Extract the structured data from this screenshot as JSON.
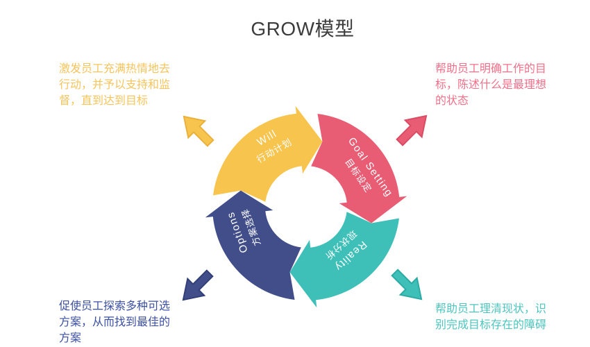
{
  "title": "GROW模型",
  "ring": {
    "cycle_direction": "clockwise",
    "segments": [
      {
        "name": "will",
        "en": "Will",
        "zh": "行动计划",
        "color": "#F7C44E",
        "position": "top-left"
      },
      {
        "name": "goal-setting",
        "en": "Goal Setting",
        "zh": "目标设定",
        "color": "#E85C74",
        "position": "top-right"
      },
      {
        "name": "reality",
        "en": "Reality",
        "zh": "现状分析",
        "color": "#3EC0B8",
        "position": "bottom-right"
      },
      {
        "name": "options",
        "en": "Options",
        "zh": "方案选择",
        "color": "#414E8A",
        "position": "bottom-left"
      }
    ]
  },
  "annotations": {
    "top_left": {
      "text": "激发员工充满热情地去\n行动，并予以支持和监\n督，直到达到目标",
      "color": "#F6C45C"
    },
    "top_right": {
      "text": "帮助员工明确工作的目\n标，陈述什么是最理想\n的状态",
      "color": "#F0708A"
    },
    "bottom_left": {
      "text": "促使员工探索多种可选\n方案，从而找到最佳的\n方案",
      "color": "#3C50A1"
    },
    "bottom_right": {
      "text": "帮助员工理清现状，识\n别完成目标存在的障碍",
      "color": "#4DC5BE"
    }
  },
  "palette": {
    "title_text": "#3C3C3C",
    "will_yellow": "#F7C44E",
    "goal_pink": "#E85C74",
    "reality_teal": "#3EC0B8",
    "options_navy": "#414E8A",
    "background": "#FFFFFF"
  }
}
